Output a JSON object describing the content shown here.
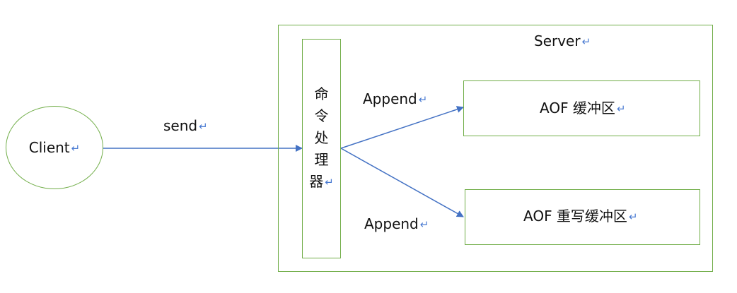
{
  "diagram": {
    "client": {
      "label": "Client"
    },
    "edges": {
      "send": {
        "label": "send"
      },
      "append_top": {
        "label": "Append"
      },
      "append_bottom": {
        "label": "Append"
      }
    },
    "server": {
      "label": "Server",
      "processor": {
        "label": "命令处理器",
        "chars": [
          "命",
          "令",
          "处",
          "理",
          "器"
        ]
      },
      "aof_buffer": {
        "label": "AOF 缓冲区"
      },
      "aof_rewrite_buffer": {
        "label": "AOF 重写缓冲区"
      }
    },
    "return_mark": "↵",
    "colors": {
      "node_border": "#70ad47",
      "edge": "#4472c4",
      "return_mark": "#4a7bd2"
    }
  }
}
